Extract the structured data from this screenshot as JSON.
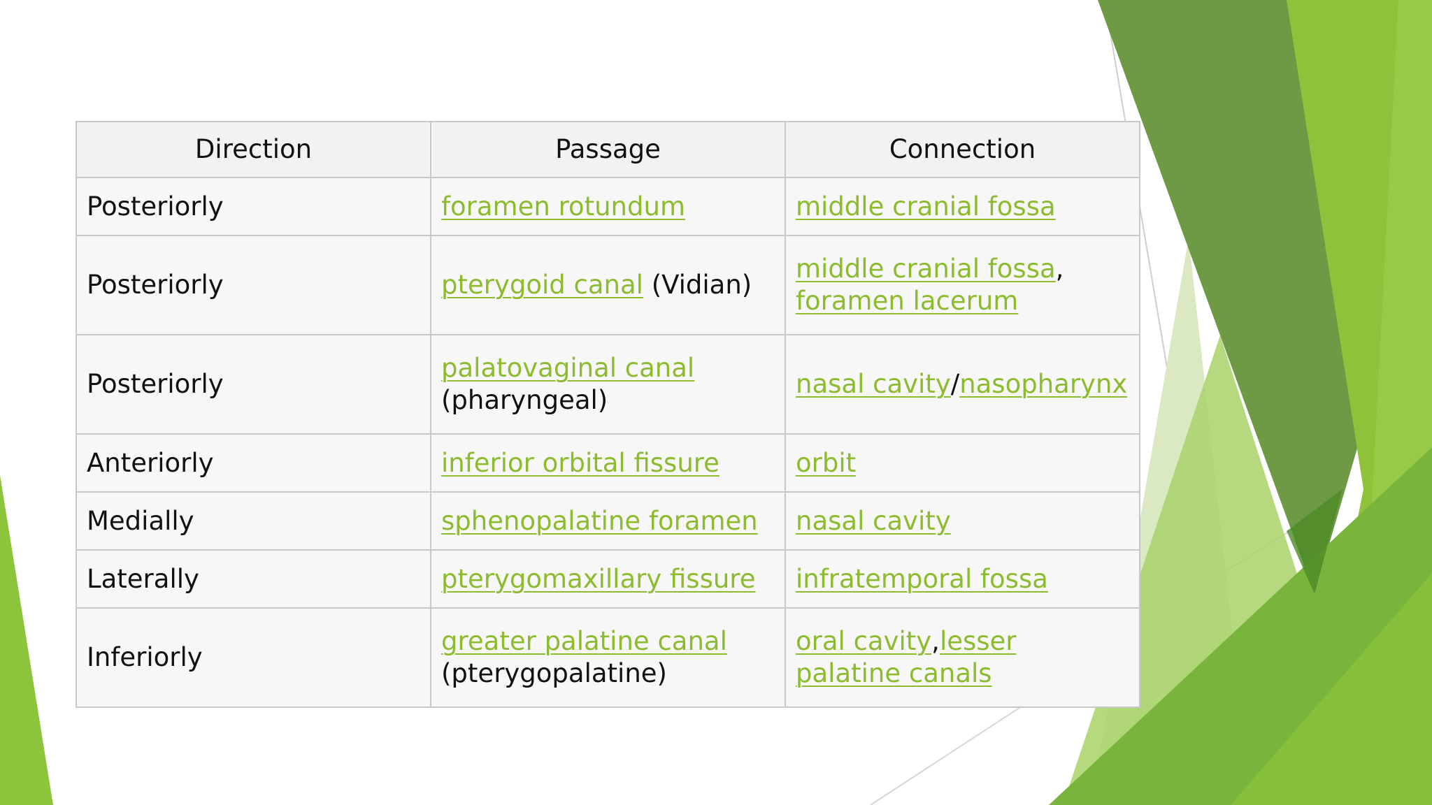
{
  "table": {
    "headers": [
      "Direction",
      "Passage",
      "Connection"
    ],
    "rows": [
      {
        "direction": "Posteriorly",
        "passage": {
          "link": "foramen rotundum",
          "suffix": ""
        },
        "connection": {
          "parts": [
            {
              "text": "middle cranial fossa",
              "link": true
            }
          ]
        }
      },
      {
        "direction": "Posteriorly",
        "passage": {
          "link": "pterygoid canal",
          "suffix": " (Vidian)"
        },
        "connection": {
          "parts": [
            {
              "text": "middle cranial fossa",
              "link": true
            },
            {
              "text": ", ",
              "link": false
            },
            {
              "text": "foramen lacerum",
              "link": true
            }
          ]
        }
      },
      {
        "direction": "Posteriorly",
        "passage": {
          "link": "palatovaginal canal",
          "suffix": " (pharyngeal)"
        },
        "connection": {
          "parts": [
            {
              "text": "nasal cavity",
              "link": true
            },
            {
              "text": "/",
              "link": false
            },
            {
              "text": "nasopharynx",
              "link": true
            }
          ]
        }
      },
      {
        "direction": "Anteriorly",
        "passage": {
          "link": "inferior orbital fissure",
          "suffix": ""
        },
        "connection": {
          "parts": [
            {
              "text": "orbit",
              "link": true
            }
          ]
        }
      },
      {
        "direction": "Medially",
        "passage": {
          "link": "sphenopalatine foramen",
          "suffix": ""
        },
        "connection": {
          "parts": [
            {
              "text": "nasal cavity",
              "link": true
            }
          ]
        }
      },
      {
        "direction": "Laterally",
        "passage": {
          "link": "pterygomaxillary fissure",
          "suffix": ""
        },
        "connection": {
          "parts": [
            {
              "text": "infratemporal fossa",
              "link": true
            }
          ]
        }
      },
      {
        "direction": "Inferiorly",
        "passage": {
          "link": "greater palatine canal",
          "suffix": " (pterygopalatine)"
        },
        "connection": {
          "parts": [
            {
              "text": "oral cavity",
              "link": true
            },
            {
              "text": ",",
              "link": false
            },
            {
              "text": "lesser palatine canals",
              "link": true
            }
          ]
        }
      }
    ]
  },
  "colors": {
    "link": "#8cbb2e",
    "text": "#111111",
    "header_bg": "#f2f2f2",
    "cell_bg": "#f7f7f8",
    "border": "#c8c8c8",
    "accent_dark": "#6a9a3e",
    "accent_light": "#92c13a"
  }
}
